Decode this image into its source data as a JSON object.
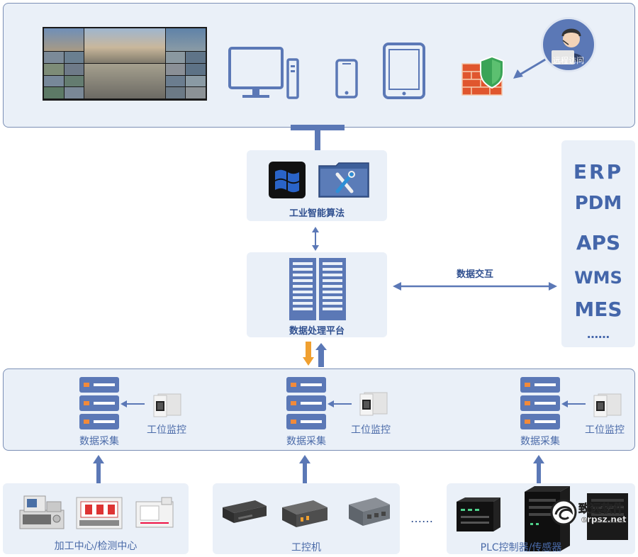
{
  "top": {
    "remote_label": "远程访问"
  },
  "middle": {
    "algorithm_label": "工业智能算法",
    "platform_label": "数据处理平台",
    "exchange_label": "数据交互"
  },
  "systems": [
    "ERP",
    "PDM",
    "APS",
    "WMS",
    "MES",
    "……"
  ],
  "collection": {
    "units": [
      {
        "collect_label": "数据采集",
        "monitor_label": "工位监控"
      },
      {
        "collect_label": "数据采集",
        "monitor_label": "工位监控"
      },
      {
        "collect_label": "数据采集",
        "monitor_label": "工位监控"
      }
    ]
  },
  "bottom": {
    "groups": [
      {
        "label": "加工中心/检测中心"
      },
      {
        "label": "工控机"
      },
      {
        "label": "PLC控制器/传感器"
      }
    ],
    "ellipsis": "……"
  },
  "watermark": {
    "brand": "致远软件",
    "site": "erpsz.net"
  },
  "colors": {
    "accent": "#5b78b6",
    "panel_bg": "#eaf0f8",
    "panel_border": "#7b8fb5",
    "orange": "#f0a030"
  }
}
